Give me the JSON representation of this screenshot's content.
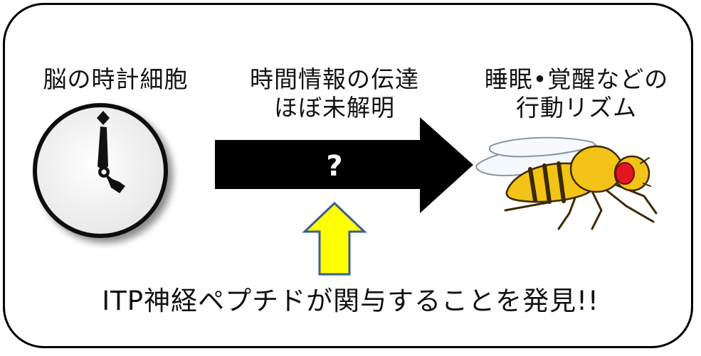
{
  "labels": {
    "clock_cells": "脳の時計細胞",
    "info_line1": "時間情報の伝達",
    "info_line2": "ほぼ未解明",
    "behavior_line1": "睡眠•覚醒などの",
    "behavior_line2": "行動リズム"
  },
  "arrow": {
    "mark": "?",
    "color": "#000000"
  },
  "up_arrow": {
    "fill": "#ffff00",
    "stroke": "#3a5f8f"
  },
  "fly": {
    "body_color": "#f3c318",
    "eye_color": "#e3161e"
  },
  "conclusion": "ITP神経ペプチドが関与することを発見!!"
}
